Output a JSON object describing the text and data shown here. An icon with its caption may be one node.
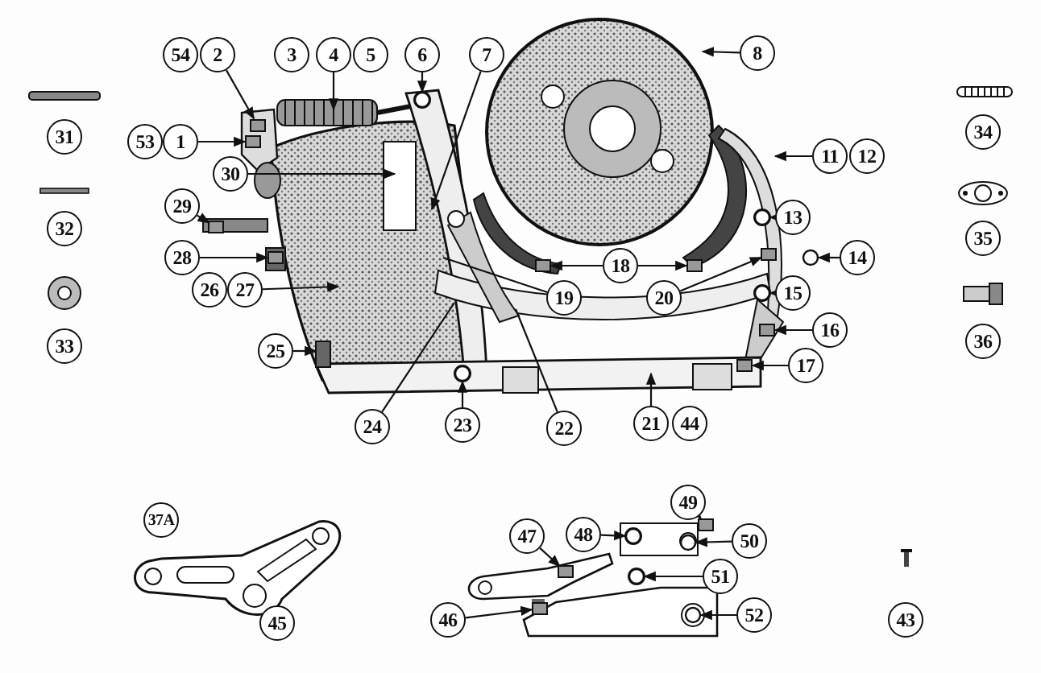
{
  "diagram": {
    "nodes": [
      {
        "text": [
          "54"
        ]
      },
      {
        "text": [
          "2"
        ]
      },
      {
        "text": [
          "3"
        ]
      },
      {
        "text": [
          "4"
        ]
      },
      {
        "text": [
          "5"
        ]
      },
      {
        "text": [
          "6"
        ]
      },
      {
        "text": [
          "7"
        ]
      },
      {
        "text": [
          "8"
        ]
      },
      {
        "text": [
          "31"
        ]
      },
      {
        "text": [
          "53"
        ]
      },
      {
        "text": [
          "1"
        ]
      },
      {
        "text": [
          "34"
        ]
      },
      {
        "text": [
          "11"
        ]
      },
      {
        "text": [
          "12"
        ]
      },
      {
        "text": [
          "30"
        ]
      },
      {
        "text": [
          "29"
        ]
      },
      {
        "text": [
          "13"
        ]
      },
      {
        "text": [
          "32"
        ]
      },
      {
        "text": [
          "35"
        ]
      },
      {
        "text": [
          "14"
        ]
      },
      {
        "text": [
          "28"
        ]
      },
      {
        "text": [
          "18"
        ]
      },
      {
        "text": [
          "26"
        ]
      },
      {
        "text": [
          "27"
        ]
      },
      {
        "text": [
          "19"
        ]
      },
      {
        "text": [
          "20"
        ]
      },
      {
        "text": [
          "15"
        ]
      },
      {
        "text": [
          "33"
        ]
      },
      {
        "text": [
          "16"
        ]
      },
      {
        "text": [
          "36"
        ]
      },
      {
        "text": [
          "25"
        ]
      },
      {
        "text": [
          "17"
        ]
      },
      {
        "text": [
          "24"
        ]
      },
      {
        "text": [
          "23"
        ]
      },
      {
        "text": [
          "22"
        ]
      },
      {
        "text": [
          "21"
        ]
      },
      {
        "text": [
          "44"
        ]
      },
      {
        "text": [
          "49"
        ]
      },
      {
        "text": [
          "37A"
        ]
      },
      {
        "text": [
          "48"
        ]
      },
      {
        "text": [
          "50"
        ]
      },
      {
        "text": [
          "47"
        ]
      },
      {
        "text": [
          "51"
        ]
      },
      {
        "text": [
          "46"
        ]
      },
      {
        "text": [
          "52"
        ]
      },
      {
        "text": [
          "45"
        ]
      },
      {
        "text": [
          "43"
        ]
      },
      {
        "text": [],
        "shape": "box"
      },
      {
        "text": [],
        "shape": "circle"
      },
      {
        "text": [],
        "shape": "box"
      },
      {
        "text": [],
        "shape": "box"
      },
      {
        "text": [],
        "shape": "circle"
      },
      {
        "text": [],
        "shape": "circle"
      },
      {
        "text": [],
        "shape": "box"
      },
      {
        "text": [],
        "shape": "box"
      },
      {
        "text": [],
        "shape": "box"
      },
      {
        "text": [],
        "shape": "box"
      },
      {
        "text": [],
        "shape": "circle"
      },
      {
        "text": [],
        "shape": "box"
      },
      {
        "text": [],
        "shape": "circle"
      },
      {
        "text": [],
        "shape": "box"
      },
      {
        "text": [],
        "shape": "circle"
      },
      {
        "text": [],
        "shape": "circle"
      },
      {
        "text": [],
        "shape": "box"
      },
      {
        "text": [],
        "shape": "circle"
      },
      {
        "text": [],
        "shape": "box"
      },
      {
        "text": [],
        "shape": "circle"
      },
      {
        "text": [],
        "shape": "box"
      }
    ],
    "edges": [
      {
        "from": 1,
        "to": 47,
        "arrow": "to"
      },
      {
        "from": 3,
        "to": null,
        "arrow": "to"
      },
      {
        "from": 5,
        "to": 48,
        "arrow": "to"
      },
      {
        "from": 6,
        "to": null,
        "arrow": "to"
      },
      {
        "from": 7,
        "to": null,
        "arrow": "to"
      },
      {
        "from": 10,
        "to": 49,
        "arrow": "to"
      },
      {
        "from": 12,
        "to": null,
        "arrow": "to"
      },
      {
        "from": 14,
        "to": null,
        "arrow": "to"
      },
      {
        "from": 15,
        "to": 50,
        "arrow": "to"
      },
      {
        "from": 16,
        "to": 51,
        "arrow": "to"
      },
      {
        "from": 19,
        "to": 52,
        "arrow": "to"
      },
      {
        "from": 20,
        "to": 53,
        "arrow": "to"
      },
      {
        "from": 21,
        "to": 54,
        "arrow": "to"
      },
      {
        "from": 21,
        "to": 55,
        "arrow": "to"
      },
      {
        "from": 23,
        "to": null,
        "arrow": "to"
      },
      {
        "from": 24,
        "to": null,
        "arrow": "none"
      },
      {
        "from": 25,
        "to": 56,
        "arrow": "to"
      },
      {
        "from": 26,
        "to": 57,
        "arrow": "to"
      },
      {
        "from": 28,
        "to": 58,
        "arrow": "to"
      },
      {
        "from": 30,
        "to": null,
        "arrow": "to"
      },
      {
        "from": 31,
        "to": 65,
        "arrow": "to"
      },
      {
        "from": 32,
        "to": null,
        "arrow": "none"
      },
      {
        "from": 33,
        "to": 59,
        "arrow": "to"
      },
      {
        "from": 34,
        "to": null,
        "arrow": "none"
      },
      {
        "from": 35,
        "to": null,
        "arrow": "to"
      },
      {
        "from": 37,
        "to": 60,
        "arrow": "to"
      },
      {
        "from": 39,
        "to": 61,
        "arrow": "to"
      },
      {
        "from": 40,
        "to": 62,
        "arrow": "to"
      },
      {
        "from": 41,
        "to": 63,
        "arrow": "to"
      },
      {
        "from": 42,
        "to": 66,
        "arrow": "to"
      },
      {
        "from": 43,
        "to": 67,
        "arrow": "to"
      },
      {
        "from": 44,
        "to": 64,
        "arrow": "to"
      }
    ]
  }
}
